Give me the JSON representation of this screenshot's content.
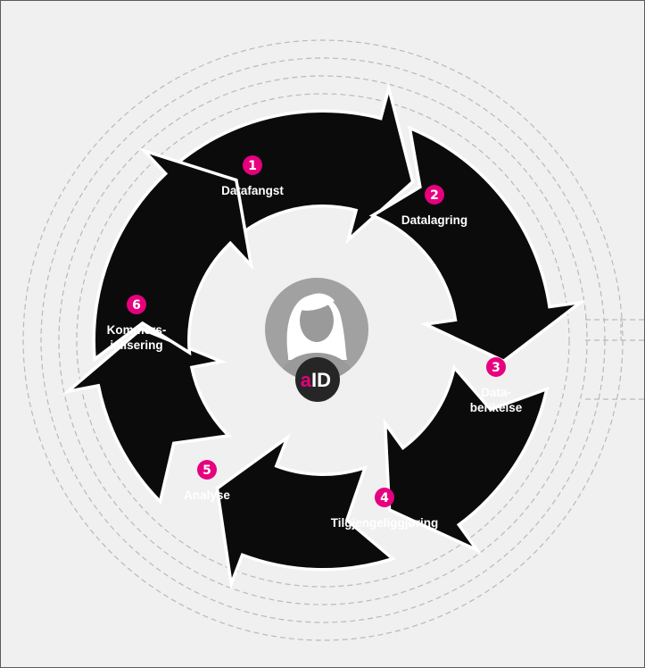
{
  "colors": {
    "background": "#f0f0f0",
    "arrow": "#0b0b0b",
    "badge": "#e6007e",
    "label": "#ffffff",
    "ring_dash": "#b9b9b9",
    "avatar": "#9a9a9a"
  },
  "steps": [
    {
      "number": "1",
      "label_lines": [
        "Datafangst"
      ]
    },
    {
      "number": "2",
      "label_lines": [
        "Datalagring"
      ]
    },
    {
      "number": "3",
      "label_lines": [
        "Data-",
        "berikelse"
      ]
    },
    {
      "number": "4",
      "label_lines": [
        "Tilgjengeliggjøring"
      ]
    },
    {
      "number": "5",
      "label_lines": [
        "Analyse"
      ]
    },
    {
      "number": "6",
      "label_lines": [
        "Kommers-",
        "ialisering"
      ]
    }
  ],
  "center": {
    "icon": "user-avatar-icon",
    "logo_prefix": "a",
    "logo_suffix": "ID"
  }
}
